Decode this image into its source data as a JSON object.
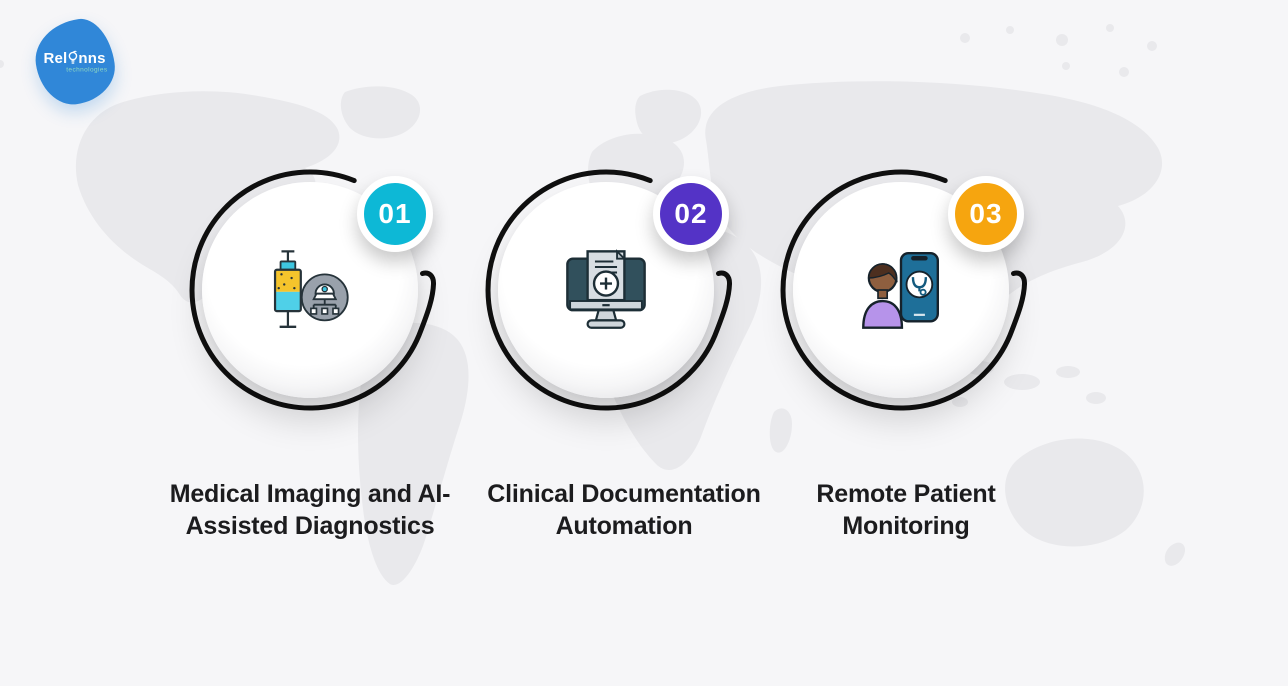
{
  "page": {
    "background_color": "#f6f6f8",
    "map_color": "#e9e9ec",
    "arc_color": "#101010",
    "title_text_color": "#1c1c1e"
  },
  "logo": {
    "text_before_bulb": "Rel",
    "text_after_bulb": "nns",
    "subtitle": "technologies",
    "blob_color": "#3087d8",
    "subtitle_color": "#8fd8c0",
    "bulb_icon": "lightbulb-icon"
  },
  "items": [
    {
      "number": "01",
      "badge_color": "#0db8d6",
      "icon_name": "syringe-and-ai-network-icon",
      "title": "Medical Imaging and AI-Assisted Diagnostics",
      "title_line1": "Medical Imaging and AI-",
      "title_line2": "Assisted Diagnostics"
    },
    {
      "number": "02",
      "badge_color": "#5433c6",
      "icon_name": "monitor-document-plus-icon",
      "title": "Clinical Documentation Automation",
      "title_line1": "Clinical Documentation",
      "title_line2": "Automation"
    },
    {
      "number": "03",
      "badge_color": "#f6a50f",
      "icon_name": "patient-smartphone-stethoscope-icon",
      "title": "Remote Patient Monitoring",
      "title_line1": "Remote Patient",
      "title_line2": "Monitoring"
    }
  ]
}
